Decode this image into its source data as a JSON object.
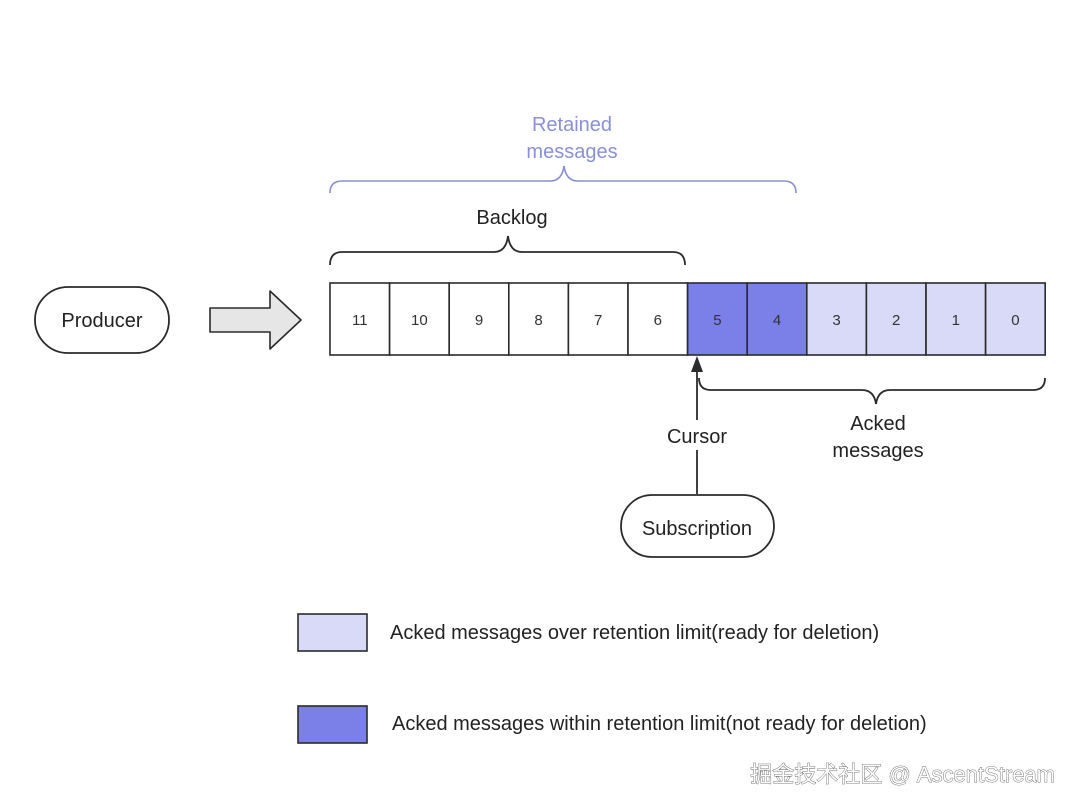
{
  "labels": {
    "retained_line1": "Retained",
    "retained_line2": "messages",
    "backlog": "Backlog",
    "producer": "Producer",
    "cursor": "Cursor",
    "subscription": "Subscription",
    "acked_line1": "Acked",
    "acked_line2": "messages"
  },
  "cells": [
    {
      "label": "11",
      "state": "backlog"
    },
    {
      "label": "10",
      "state": "backlog"
    },
    {
      "label": "9",
      "state": "backlog"
    },
    {
      "label": "8",
      "state": "backlog"
    },
    {
      "label": "7",
      "state": "backlog"
    },
    {
      "label": "6",
      "state": "backlog"
    },
    {
      "label": "5",
      "state": "acked_within_retention"
    },
    {
      "label": "4",
      "state": "acked_within_retention"
    },
    {
      "label": "3",
      "state": "acked_over_retention"
    },
    {
      "label": "2",
      "state": "acked_over_retention"
    },
    {
      "label": "1",
      "state": "acked_over_retention"
    },
    {
      "label": "0",
      "state": "acked_over_retention"
    }
  ],
  "legend": [
    {
      "label": "Acked messages over retention limit(ready for deletion)",
      "state": "acked_over_retention"
    },
    {
      "label": "Acked messages within retention limit(not ready for deletion)",
      "state": "acked_within_retention"
    }
  ],
  "colors": {
    "backlog": "#ffffff",
    "acked_within_retention": "#7b7fe8",
    "acked_over_retention": "#d8daf8",
    "retained_brace": "#8a8fd6",
    "outline": "#2b2b2b"
  },
  "watermark": "掘金技术社区 @ AscentStream"
}
